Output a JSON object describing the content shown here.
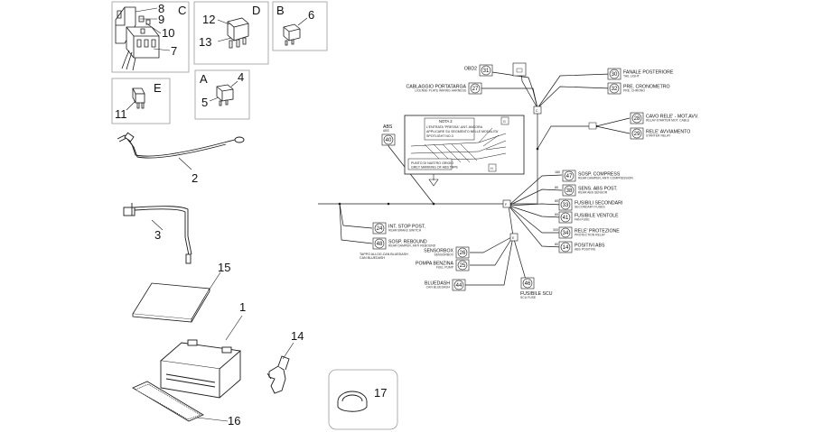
{
  "parts": {
    "p1": "1",
    "p2": "2",
    "p3": "3",
    "p4": "4",
    "p5": "5",
    "p6": "6",
    "p7": "7",
    "p8": "8",
    "p9": "9",
    "p10": "10",
    "p11": "11",
    "p12": "12",
    "p13": "13",
    "p14": "14",
    "p15": "15",
    "p16": "16",
    "p17": "17"
  },
  "boxes": {
    "a": "A",
    "b": "B",
    "c": "C",
    "d": "D",
    "e": "E"
  },
  "connectors": [
    {
      "num": "31",
      "label": "OBD2",
      "sub": ""
    },
    {
      "num": "27",
      "label": "CABLAGGIO PORTATARGA",
      "sub": "LICENSE PLATE WIRING HARNESS"
    },
    {
      "num": "30",
      "label": "FANALE POSTERIORE",
      "sub": "TAIL LIGHT"
    },
    {
      "num": "32",
      "label": "PRE. CRONOMETRO",
      "sub": "PRE. CHRONO"
    },
    {
      "num": "28",
      "label": "CAVO RELE' - MOT.AVV.",
      "sub": "RELAY-STARTER MOT. CABLE"
    },
    {
      "num": "29",
      "label": "RELE' AVVIAMENTO",
      "sub": "STARTER RELAY"
    },
    {
      "num": "40",
      "label": "ABS",
      "sub": "ABS"
    },
    {
      "num": "47",
      "label": "SOSP. COMPRESS",
      "sub": "REAR DAMPER, ANTI COMPRESSION"
    },
    {
      "num": "38",
      "label": "SENS. ABS POST.",
      "sub": "REAR ABS SENSOR"
    },
    {
      "num": "33",
      "label": "FUSIBILI SECONDARI",
      "sub": "SECONDARY FUSES"
    },
    {
      "num": "41",
      "label": "FUSIBILE VENTOLE",
      "sub": "FAN FUSE"
    },
    {
      "num": "34",
      "label": "RELE' PROTEZIONE",
      "sub": "PROTECTION RELAY"
    },
    {
      "num": "14",
      "label": "POSITIVI ABS",
      "sub": "ABS POSITIVE"
    },
    {
      "num": "24",
      "label": "INT. STOP POST.",
      "sub": "REAR BRAKE SWITCH"
    },
    {
      "num": "48",
      "label": "SOSP. REBOUND",
      "sub": "REAR DAMPER, ANTI REBOUND"
    },
    {
      "num": "26",
      "label": "SENSORBOX",
      "sub": "SENSORBOX"
    },
    {
      "num": "25",
      "label": "POMPA BENZINA",
      "sub": "FUEL PUMP"
    },
    {
      "num": "44",
      "label": "BLUEDASH",
      "sub": "CAN BLUEDASH"
    },
    {
      "num": "46",
      "label": "FUSIBILE SCU",
      "sub": "SCU FUSE"
    }
  ],
  "notes": {
    "tapped_plug": "TAPPO ALLOG.CAN BLUEDASH",
    "tapped_plug_sub": "CAN BLUEDASH",
    "nota_title": "NOTA 2",
    "nota_text1": "L'ENTRATA \"PRESSA\"-ANT. ANCORA",
    "nota_text2": "APPLICARE SU SEGMENTO NELLE MODALITA'",
    "nota_text3": "SPOTLIGHT NO.3",
    "punto": "PUNTO DI NASTRO GRIGIO",
    "punto_sub": "GREY MARKING OF ABS TAPE",
    "g": "G",
    "h": "H",
    "node_c": "C",
    "node_d": "D",
    "node_e": "E",
    "node_f": "F",
    "d180": "180",
    "d80a": "80",
    "d80b": "80",
    "d80c": "80",
    "d300": "300",
    "d80d": "80"
  },
  "colors": {
    "line": "#1a1a1a",
    "boxstroke": "#9a9a9a",
    "fill": "#ffffff"
  }
}
